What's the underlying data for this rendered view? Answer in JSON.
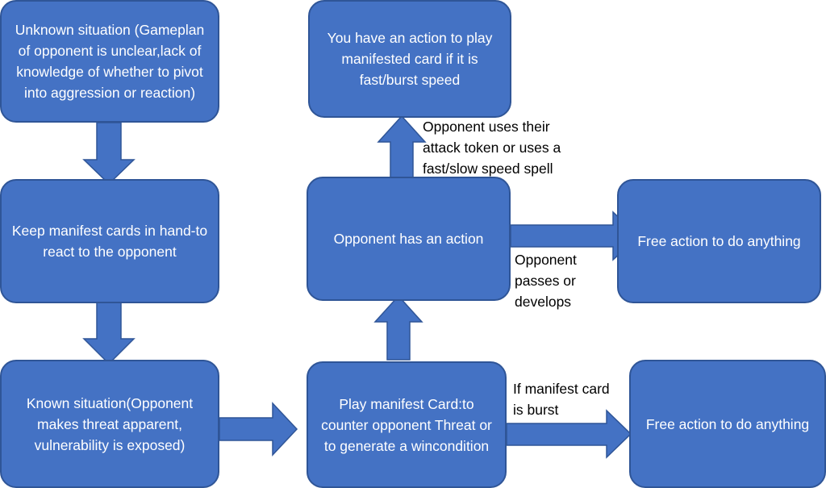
{
  "colors": {
    "box_fill": "#4472c4",
    "box_border": "#2f5597",
    "arrow_fill": "#4472c4",
    "box_text": "#ffffff",
    "label_text": "#000000"
  },
  "boxes": {
    "unknown_situation": "Unknown situation (Gameplan of opponent is unclear,lack of knowledge of whether to pivot into aggression or reaction)",
    "keep_manifest": "Keep manifest cards in hand-to react to the opponent",
    "known_situation": "Known situation(Opponent makes threat apparent, vulnerability is exposed)",
    "play_manifest": "Play manifest Card:to counter opponent Threat or to generate a wincondition",
    "opponent_action": "Opponent has an action",
    "you_action": "You have an action to play manifested card if it is fast/burst speed",
    "free_action_top": "Free action to do anything",
    "free_action_bottom": "Free action to do anything"
  },
  "labels": {
    "attack_token": "Opponent uses their\nattack token or uses a\nfast/slow speed spell",
    "passes": "Opponent\npasses or\ndevelops",
    "burst": "If manifest card\nis burst"
  }
}
